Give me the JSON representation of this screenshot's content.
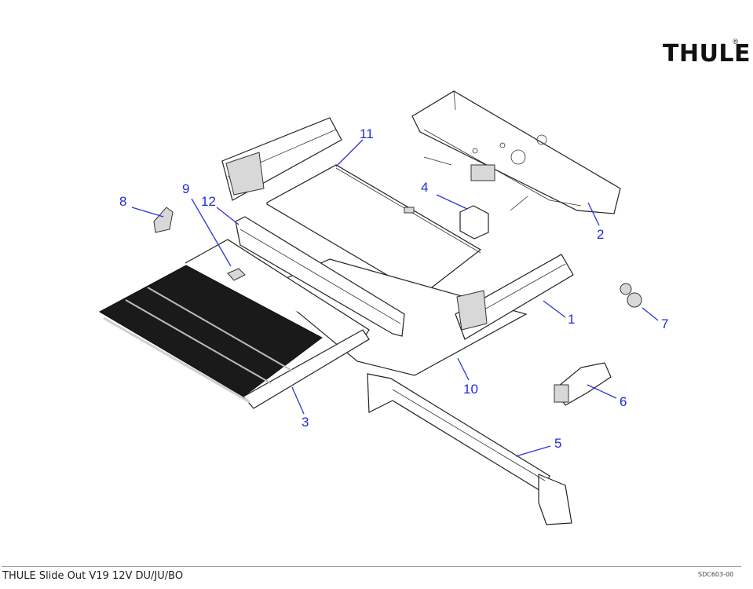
{
  "logo": {
    "text": "THULE",
    "mark": "®"
  },
  "callouts": [
    "1",
    "2",
    "3",
    "4",
    "5",
    "6",
    "7",
    "8",
    "9",
    "10",
    "11",
    "12"
  ],
  "footer": {
    "title": "THULE Slide Out V19 12V DU/JU/BO",
    "code": "SDC603-00"
  },
  "colors": {
    "callout": "#1f2bd8",
    "line": "#222222",
    "rule": "#9a9a9a"
  }
}
